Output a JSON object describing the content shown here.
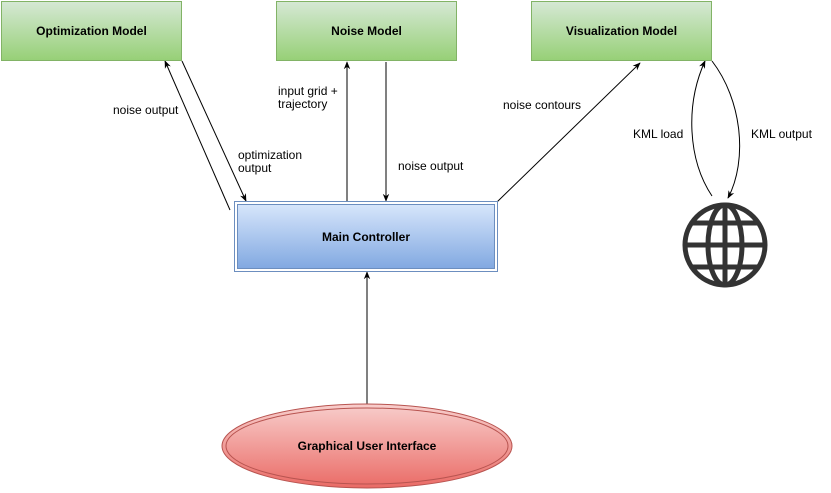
{
  "nodes": {
    "optimization_model": "Optimization Model",
    "noise_model": "Noise Model",
    "visualization_model": "Visualization Model",
    "main_controller": "Main Controller",
    "gui": "Graphical User Interface"
  },
  "edge_labels": {
    "opt_noise_output": "noise output",
    "opt_optimization_output": "optimization\noutput",
    "noise_input": "input grid +\ntrajectory",
    "noise_output": "noise output",
    "noise_contours": "noise contours",
    "kml_load": "KML load",
    "kml_output": "KML output"
  },
  "icons": {
    "web": "globe-icon"
  },
  "colors": {
    "green_fill_top": "#d5e8d4",
    "green_fill_bottom": "#97d077",
    "green_stroke": "#82b366",
    "blue_fill_top": "#dae8fc",
    "blue_fill_bottom": "#7ea6e0",
    "blue_stroke": "#6c8ebf",
    "red_fill_top": "#f8cecc",
    "red_fill_bottom": "#ea6b66",
    "red_stroke": "#b85450",
    "globe": "#333333"
  }
}
